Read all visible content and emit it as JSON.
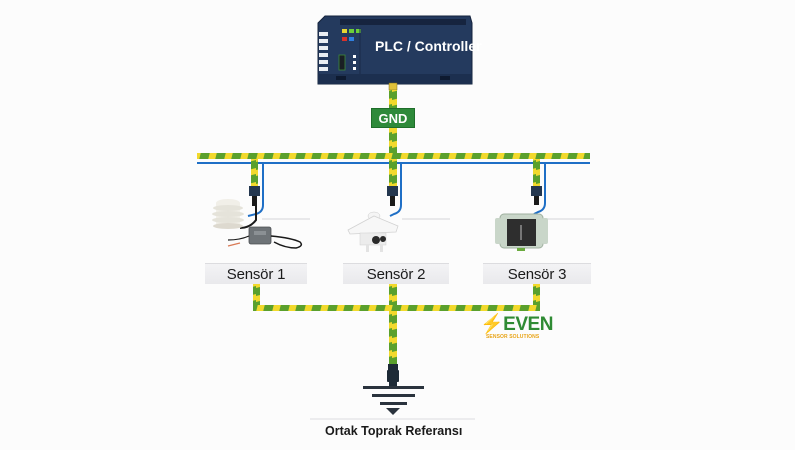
{
  "controller": {
    "title": "PLC / Controller",
    "led_colors": [
      "#e6d533",
      "#6ccf3a",
      "#6ccf3a",
      "#d8322a",
      "#2f7fe0"
    ],
    "body_color": "#243a5e"
  },
  "gnd_tag": {
    "label": "GND",
    "color": "#2e8a3a"
  },
  "bus": {
    "earth_stripe_colors": [
      "#5aa02c",
      "#f2d92c"
    ],
    "signal_line_color": "#1f6fc6"
  },
  "sensors": [
    {
      "label": "Sensör 1",
      "device": "temperature-humidity-shield"
    },
    {
      "label": "Sensör 2",
      "device": "pyranometer-radiation-shield"
    },
    {
      "label": "Sensör 3",
      "device": "junction-box-sensor"
    }
  ],
  "ground": {
    "caption": "Ortak Toprak Referansı",
    "icon": "earth-ground-icon"
  },
  "logo": {
    "main": "EVEN",
    "bolt": "⚡",
    "sub": "SENSOR SOLUTIONS"
  }
}
